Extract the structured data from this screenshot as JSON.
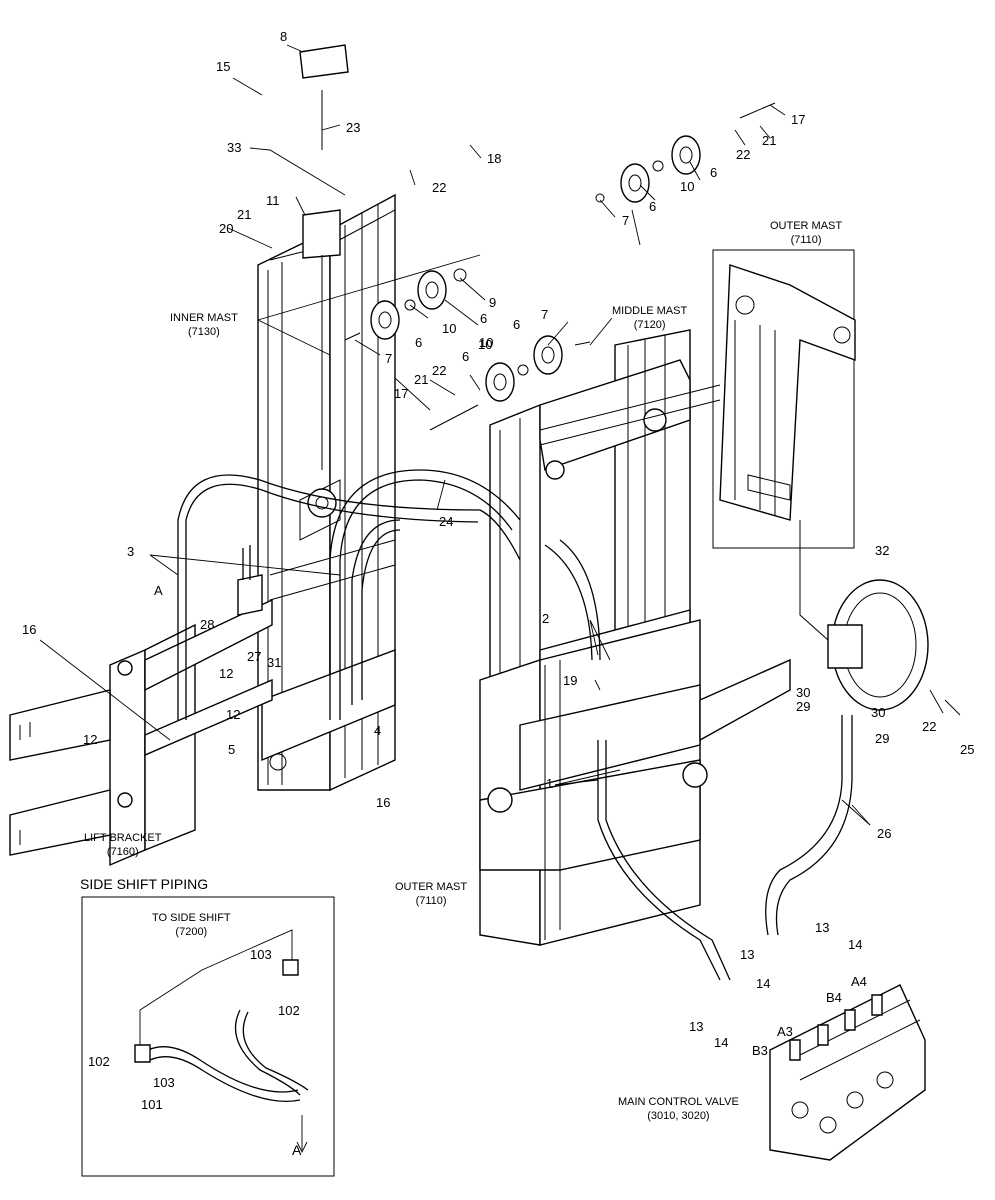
{
  "diagram": {
    "part_numbers": [
      {
        "n": "8"
      },
      {
        "n": "15"
      },
      {
        "n": "23"
      },
      {
        "n": "33"
      },
      {
        "n": "18"
      },
      {
        "n": "22"
      },
      {
        "n": "11"
      },
      {
        "n": "21"
      },
      {
        "n": "20"
      },
      {
        "n": "9"
      },
      {
        "n": "6"
      },
      {
        "n": "10"
      },
      {
        "n": "7"
      },
      {
        "n": "6"
      },
      {
        "n": "10"
      },
      {
        "n": "6"
      },
      {
        "n": "7"
      },
      {
        "n": "6"
      },
      {
        "n": "10"
      },
      {
        "n": "22"
      },
      {
        "n": "21"
      },
      {
        "n": "17"
      },
      {
        "n": "7"
      },
      {
        "n": "6"
      },
      {
        "n": "10"
      },
      {
        "n": "6"
      },
      {
        "n": "22"
      },
      {
        "n": "21"
      },
      {
        "n": "17"
      },
      {
        "n": "24"
      },
      {
        "n": "3"
      },
      {
        "n": "A"
      },
      {
        "n": "28"
      },
      {
        "n": "27"
      },
      {
        "n": "31"
      },
      {
        "n": "16"
      },
      {
        "n": "12"
      },
      {
        "n": "12"
      },
      {
        "n": "12"
      },
      {
        "n": "5"
      },
      {
        "n": "4"
      },
      {
        "n": "16"
      },
      {
        "n": "2"
      },
      {
        "n": "19"
      },
      {
        "n": "1"
      },
      {
        "n": "32"
      },
      {
        "n": "30"
      },
      {
        "n": "29"
      },
      {
        "n": "30"
      },
      {
        "n": "29"
      },
      {
        "n": "22"
      },
      {
        "n": "25"
      },
      {
        "n": "26"
      },
      {
        "n": "13"
      },
      {
        "n": "14"
      },
      {
        "n": "13"
      },
      {
        "n": "A4"
      },
      {
        "n": "14"
      },
      {
        "n": "B4"
      },
      {
        "n": "13"
      },
      {
        "n": "A3"
      },
      {
        "n": "14"
      },
      {
        "n": "B3"
      },
      {
        "n": "103"
      },
      {
        "n": "102"
      },
      {
        "n": "102"
      },
      {
        "n": "103"
      },
      {
        "n": "101"
      },
      {
        "n": "A"
      }
    ],
    "captions": {
      "inner_mast": [
        "INNER MAST",
        "(7130)"
      ],
      "middle_mast": [
        "MIDDLE MAST",
        "(7120)"
      ],
      "outer_mast_top": [
        "OUTER MAST",
        "(7110)"
      ],
      "outer_mast_bottom": [
        "OUTER MAST",
        "(7110)"
      ],
      "lift_bracket": [
        "LIFT BRACKET",
        "(7160)"
      ],
      "to_side_shift": [
        "TO SIDE SHIFT",
        "(7200)"
      ],
      "main_control_valve": [
        "MAIN CONTROL VALVE",
        "(3010, 3020)"
      ]
    },
    "side_shift_title": "SIDE SHIFT PIPING"
  }
}
